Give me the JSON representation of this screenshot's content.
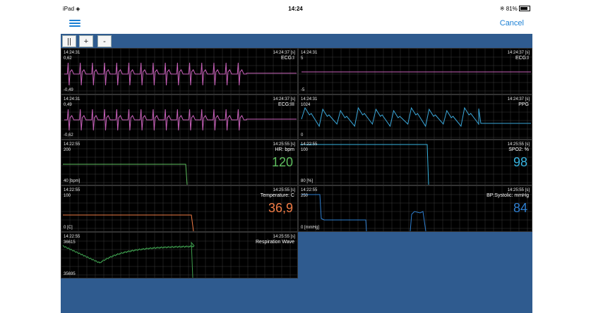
{
  "status": {
    "device": "iPad",
    "time": "14:24",
    "battery": "81%"
  },
  "nav": {
    "cancel": "Cancel"
  },
  "toolbar": {
    "pause": "||",
    "zoom_in": "+",
    "zoom_out": "-"
  },
  "panels": {
    "ecg1": {
      "t_start": "14:24:31",
      "t_end": "14:24:37 [s]",
      "y_max": "0,62",
      "y_min": "-0,49",
      "title": "ECG:I"
    },
    "ecg2": {
      "t_start": "14:24:31",
      "t_end": "14:24:37 [s]",
      "y_max": "5",
      "y_min": "-5",
      "title": "ECG:I"
    },
    "ecg3": {
      "t_start": "14:24:31",
      "t_end": "14:24:37 [s]",
      "y_max": "0,49",
      "y_min": "-0,62",
      "title": "ECG:III"
    },
    "ppg": {
      "t_start": "14:24:31",
      "t_end": "14:24:37 [s]",
      "y_max": "1024",
      "y_min": "0",
      "title": "PPG"
    },
    "hr": {
      "t_start": "14:22:55",
      "t_end": "14:25:55 [s]",
      "y_max": "200",
      "y_min": "40 [bpm]",
      "title": "HR: bpm",
      "value": "120"
    },
    "spo2": {
      "t_start": "14:22:55",
      "t_end": "14:25:55 [s]",
      "y_max": "100",
      "y_min": "80 [%]",
      "title": "SPO2: %",
      "value": "98"
    },
    "temp": {
      "t_start": "14:22:55",
      "t_end": "14:25:55 [s]",
      "y_max": "100",
      "y_min": "0 [C]",
      "title": "Temperature: C",
      "value": "36,9"
    },
    "bp": {
      "t_start": "14:22:55",
      "t_end": "14:25:55 [s]",
      "y_max": "250",
      "y_min": "0 [mmHg]",
      "title": "BP:Systolic: mmHg",
      "value": "84"
    },
    "resp": {
      "t_start": "14:22:55",
      "t_end": "14:25:55 [s]",
      "y_max": "36615",
      "y_min": "35695",
      "title": "Respiration Wave"
    }
  },
  "colors": {
    "ecg": "#c660b8",
    "ppg": "#3aa6d8",
    "hr": "#5fbf5f",
    "spo2": "#38b4e0",
    "temp": "#f07b45",
    "bp": "#2f7fd0",
    "resp": "#3f9f4f",
    "grid": "#3a3a3a"
  }
}
